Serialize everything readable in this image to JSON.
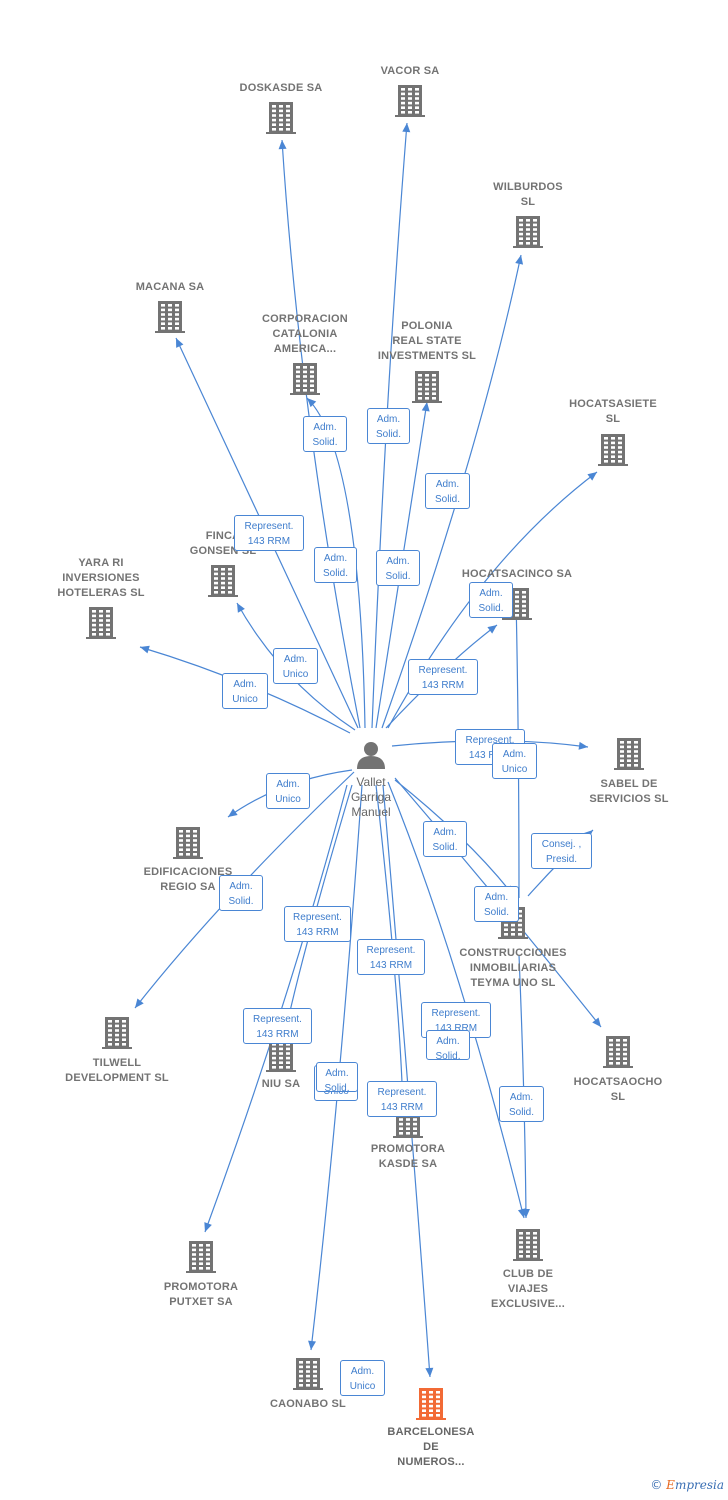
{
  "person": {
    "name": "Vallet\nGarriga\nManuel"
  },
  "colors": {
    "edge": "#4a86d4",
    "node": "#737373",
    "highlight": "#f26a35",
    "person": "#737373"
  },
  "companies": [
    {
      "id": "doskasde",
      "label": "DOSKASDE SA"
    },
    {
      "id": "vacor",
      "label": "VACOR SA"
    },
    {
      "id": "wilburdos",
      "label": "WILBURDOS\nSL"
    },
    {
      "id": "macana",
      "label": "MACANA SA"
    },
    {
      "id": "corporacion",
      "label": "CORPORACION\nCATALONIA\nAMERICA..."
    },
    {
      "id": "polonia",
      "label": "POLONIA\nREAL STATE\nINVESTMENTS SL"
    },
    {
      "id": "hocatsasiete",
      "label": "HOCATSASIETE\nSL"
    },
    {
      "id": "finca",
      "label": "FINCA\nGONSEN SL"
    },
    {
      "id": "yara",
      "label": "YARA RI\nINVERSIONES\nHOTELERAS SL"
    },
    {
      "id": "hocatsacinco",
      "label": "HOCATSACINCO SA"
    },
    {
      "id": "sabel",
      "label": "SABEL DE\nSERVICIOS SL"
    },
    {
      "id": "edificaciones",
      "label": "EDIFICACIONES\nREGIO SA"
    },
    {
      "id": "construcciones",
      "label": "CONSTRUCCIONES\nINMOBILIARIAS\nTEYMA UNO SL"
    },
    {
      "id": "tilwell",
      "label": "TILWELL\nDEVELOPMENT SL"
    },
    {
      "id": "niu",
      "label": "NIU SA"
    },
    {
      "id": "hocatsaocho",
      "label": "HOCATSAOCHO\nSL"
    },
    {
      "id": "promotorakasde",
      "label": "PROMOTORA\nKASDE SA"
    },
    {
      "id": "clubdeviajes",
      "label": "CLUB DE\nVIAJES\nEXCLUSIVE..."
    },
    {
      "id": "putxet",
      "label": "PROMOTORA\nPUTXET SA"
    },
    {
      "id": "caonabo",
      "label": "CAONABO SL"
    },
    {
      "id": "barcelonesa",
      "label": "BARCELONESA\nDE\nNUMEROS...",
      "highlight": true
    }
  ],
  "relations": [
    {
      "label": "Represent.\n143 RRM"
    },
    {
      "label": "Adm.\nSolid."
    },
    {
      "label": "Adm.\nSolid."
    },
    {
      "label": "Adm.\nSolid."
    },
    {
      "label": "Adm.\nSolid."
    },
    {
      "label": "Adm.\nSolid."
    },
    {
      "label": "Adm.\nSolid."
    },
    {
      "label": "Adm.\nUnico"
    },
    {
      "label": "Adm.\nUnico"
    },
    {
      "label": "Represent.\n143 RRM"
    },
    {
      "label": "Represent.\n143 RRM"
    },
    {
      "label": "Adm.\nUnico"
    },
    {
      "label": "Adm.\nUnico"
    },
    {
      "label": "Consej. ,\nPresid."
    },
    {
      "label": "Adm.\nSolid."
    },
    {
      "label": "Adm.\nSolid."
    },
    {
      "label": "Adm.\nSolid."
    },
    {
      "label": "Represent.\n143 RRM"
    },
    {
      "label": "Represent.\n143 RRM"
    },
    {
      "label": "Represent.\n143 RRM"
    },
    {
      "label": "Represent.\n143 RRM"
    },
    {
      "label": "Adm.\nSolid."
    },
    {
      "label": "Adm.\nUnico"
    },
    {
      "label": "Represent.\n143 RRM"
    },
    {
      "label": "Adm.\nSolid."
    },
    {
      "label": "Adm.\nUnico"
    },
    {
      "label": "Adm.\nSolid."
    }
  ],
  "footer": {
    "copyright": "©",
    "brand_first": "E",
    "brand_rest": "mpresia"
  }
}
